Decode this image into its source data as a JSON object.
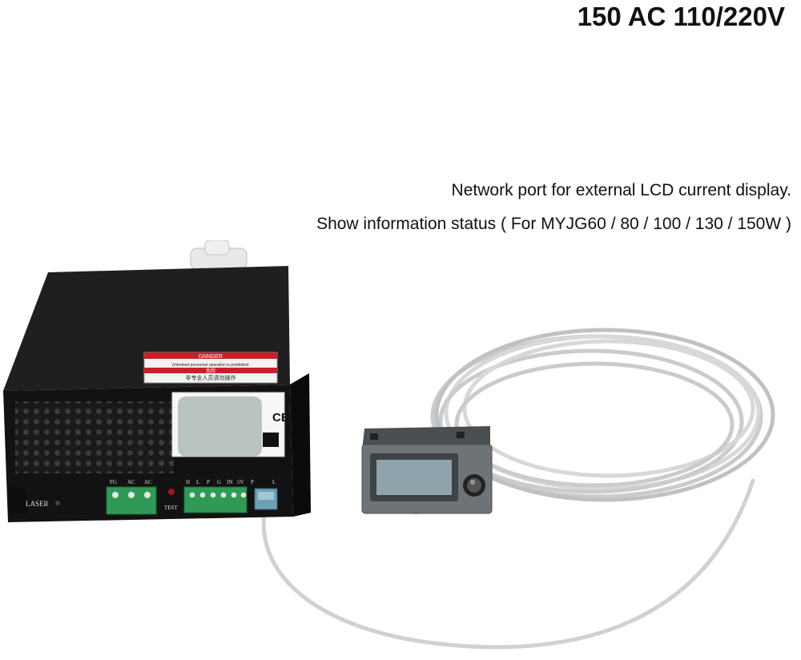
{
  "headline": "150 AC 110/220V",
  "captions": [
    "Network port for external LCD current display.",
    "Show information status ( For MYJG60 / 80 / 100 / 130 / 150W )"
  ],
  "photo": {
    "warning_label": {
      "title": "DANGER",
      "line1": "Untrained personnel operation is prohibited.",
      "line2": "危险",
      "line3": "非专业人员请勿操作"
    },
    "ce_mark": "CE",
    "front_labels": {
      "laser": "LASER",
      "test": "TEST",
      "left_terminals": [
        "FG",
        "AC",
        "AC"
      ],
      "right_terminals": [
        "H",
        "L",
        "P",
        "G",
        "IN",
        "5V"
      ],
      "port_labels": [
        "P",
        "L"
      ]
    },
    "colors": {
      "supply_body": "#121212",
      "terminal_green": "#2e9a55",
      "danger_red": "#c8202a",
      "display_housing": "#6e7376",
      "cable_grey": "#c9cbcc"
    }
  }
}
